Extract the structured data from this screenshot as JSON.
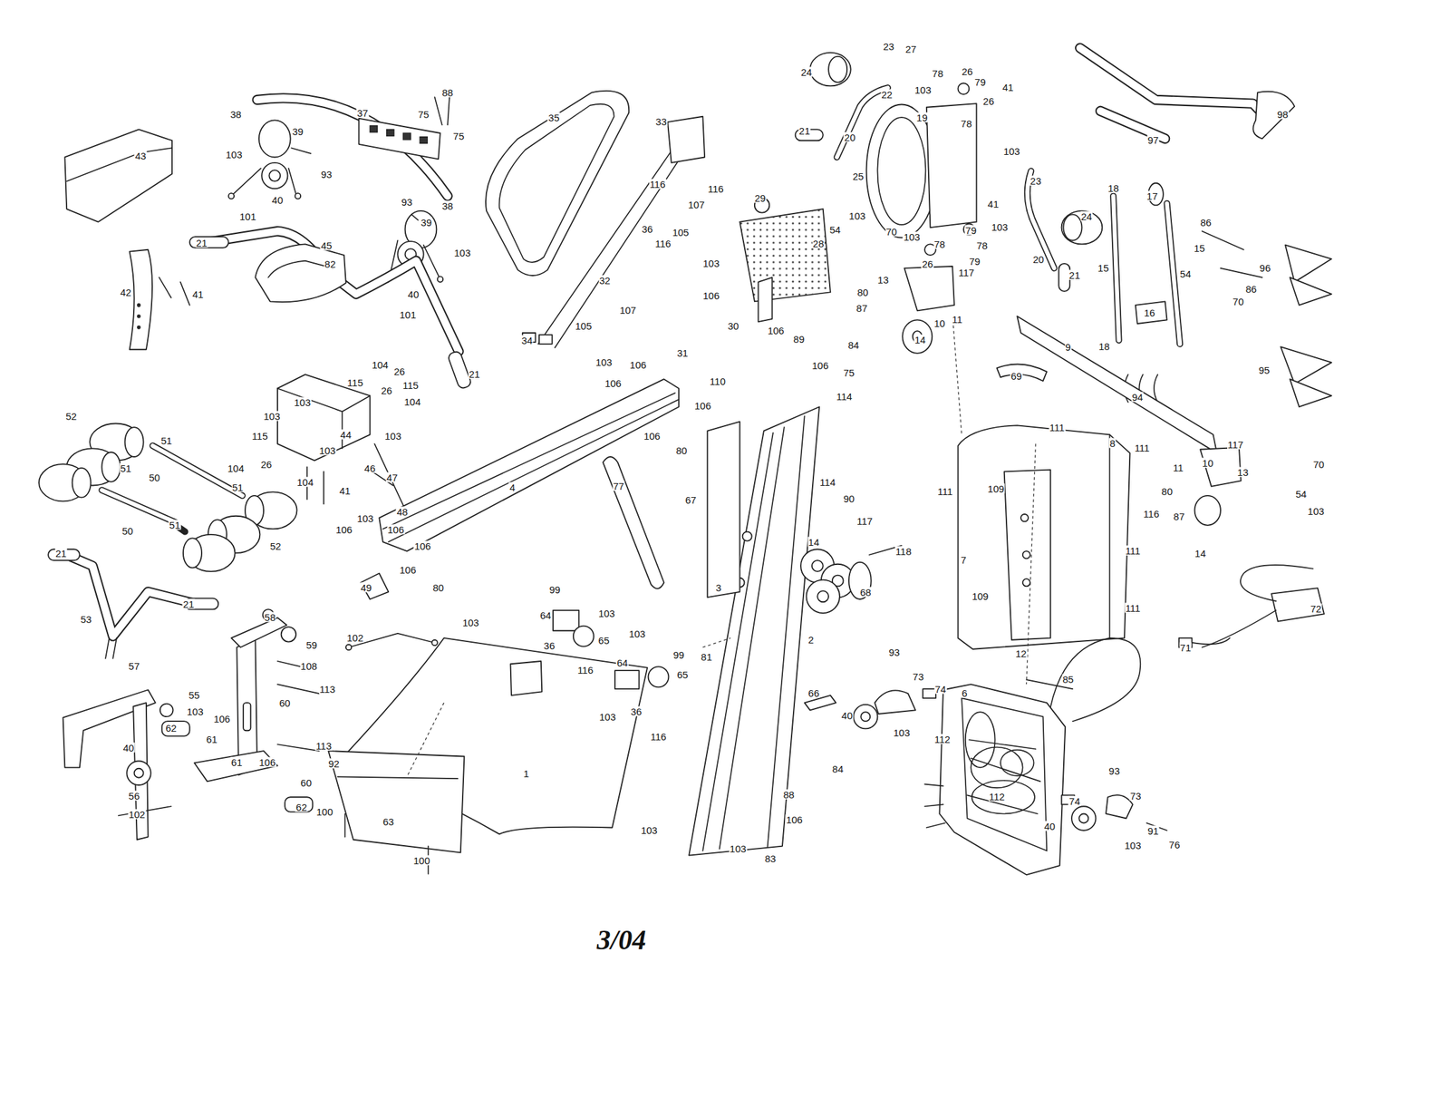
{
  "diagram": {
    "labels": [
      "38",
      "37",
      "75",
      "88",
      "75",
      "39",
      "103",
      "43",
      "93",
      "40",
      "101",
      "38",
      "93",
      "39",
      "103",
      "40",
      "101",
      "21",
      "41",
      "42",
      "82",
      "21",
      "35",
      "33",
      "116",
      "116",
      "107",
      "36",
      "116",
      "105",
      "103",
      "32",
      "107",
      "105",
      "34",
      "45",
      "104",
      "26",
      "115",
      "115",
      "26",
      "104",
      "103",
      "103",
      "115",
      "44",
      "103",
      "103",
      "104",
      "26",
      "104",
      "41",
      "47",
      "46",
      "48",
      "52",
      "51",
      "51",
      "50",
      "51",
      "51",
      "50",
      "52",
      "21",
      "53",
      "21",
      "103",
      "106",
      "106",
      "106",
      "49",
      "106",
      "80",
      "4",
      "103",
      "106",
      "106",
      "31",
      "110",
      "106",
      "106",
      "80",
      "77",
      "67",
      "29",
      "28",
      "106",
      "30",
      "106",
      "89",
      "102",
      "103",
      "99",
      "64",
      "103",
      "36",
      "65",
      "116",
      "103",
      "99",
      "64",
      "65",
      "36",
      "116",
      "103",
      "58",
      "59",
      "57",
      "108",
      "113",
      "60",
      "55",
      "103",
      "106",
      "61",
      "61",
      "62",
      "106",
      "113",
      "92",
      "60",
      "56",
      "40",
      "62",
      "102",
      "100",
      "63",
      "1",
      "100",
      "81",
      "66",
      "84",
      "88",
      "106",
      "103",
      "103",
      "83",
      "3",
      "2",
      "84",
      "106",
      "75",
      "114",
      "114",
      "90",
      "117",
      "14",
      "68",
      "118",
      "24",
      "23",
      "27",
      "22",
      "103",
      "78",
      "26",
      "79",
      "41",
      "26",
      "19",
      "78",
      "103",
      "21",
      "20",
      "25",
      "23",
      "41",
      "103",
      "24",
      "103",
      "79",
      "54",
      "70",
      "103",
      "78",
      "78",
      "26",
      "79",
      "13",
      "117",
      "80",
      "87",
      "10",
      "11",
      "14",
      "21",
      "20",
      "97",
      "98",
      "18",
      "17",
      "86",
      "15",
      "15",
      "54",
      "86",
      "70",
      "16",
      "18",
      "96",
      "9",
      "94",
      "95",
      "69",
      "111",
      "8",
      "111",
      "117",
      "10",
      "11",
      "13",
      "70",
      "111",
      "109",
      "80",
      "116",
      "87",
      "54",
      "103",
      "111",
      "14",
      "7",
      "109",
      "111",
      "72",
      "71",
      "12",
      "85",
      "93",
      "73",
      "74",
      "6",
      "40",
      "103",
      "112",
      "93",
      "112",
      "73",
      "74",
      "91",
      "76",
      "40",
      "103",
      "3/04"
    ]
  }
}
